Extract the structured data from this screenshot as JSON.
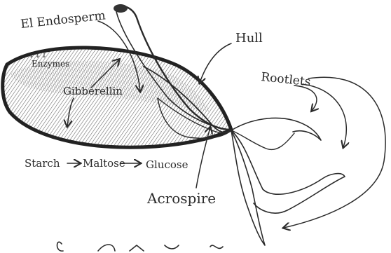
{
  "labels": {
    "endosperm": "El Endosperm",
    "hull": "Hull",
    "enzymes": "Enzymes",
    "enzymes_marks": "↓↓↓",
    "gibberellin": "Gibberellin",
    "rootlets": "Rootlets",
    "acrospire": "Acrospire",
    "pathway": {
      "starch": "Starch",
      "maltose": "Maltose",
      "glucose": "Glucose"
    }
  },
  "colors": {
    "ink": "#2a2a2a",
    "seed_fill": "#9a9a9a",
    "paper": "#ffffff"
  }
}
